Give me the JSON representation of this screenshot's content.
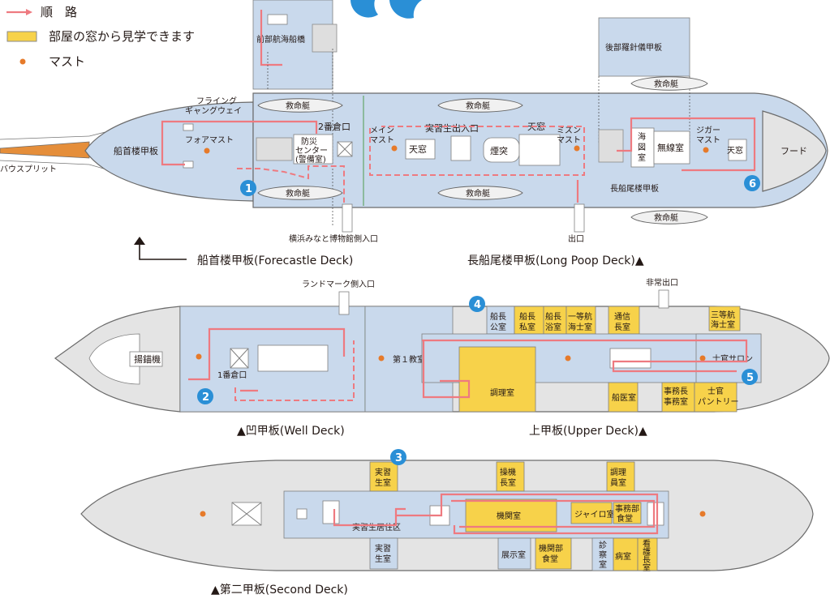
{
  "legend": {
    "route": "順　路",
    "window": "部屋の窓から見学できます",
    "mast": "マスト"
  },
  "colors": {
    "route": "#ee7a80",
    "window": "#f7d24a",
    "mast": "#e67a2a",
    "number": "#2a8fd6",
    "deck": "#c9d9ec"
  },
  "captions": {
    "forecastle": "船首楼甲板(Forecastle Deck)",
    "poop": "長船尾楼甲板(Long Poop Deck)▲",
    "well": "▲凹甲板(Well Deck)",
    "upper": "上甲板(Upper Deck)▲",
    "second": "▲第二甲板(Second Deck)"
  },
  "labels": {
    "bridge_front": "前部航海船橋",
    "bridge_rear": "後部羅針儀甲板",
    "lifeboat": "救命艇",
    "flying_gangway": [
      "フライング",
      "ギャングウェイ"
    ],
    "forecastle_deck": "船首楼甲板",
    "foremast": "フォアマスト",
    "bowsprit": "バウスプリット",
    "hatch2": "2番倉口",
    "disaster_center": [
      "防災",
      "センター",
      "(警備室)"
    ],
    "main_mast": [
      "メイン",
      "マスト"
    ],
    "cadet_entrance": "実習生出入口",
    "skylight": "天窓",
    "funnel": "煙突",
    "mizzen_mast": [
      "ミズン",
      "マスト"
    ],
    "chart_room": [
      "海",
      "図",
      "室"
    ],
    "radio_room": "無線室",
    "jigger_mast": [
      "ジガー",
      "マスト"
    ],
    "hood": "フード",
    "long_poop": "長船尾楼甲板",
    "museum_entrance": "横浜みなと博物館側入口",
    "exit": "出口",
    "landmark_entrance": "ランドマーク側入口",
    "emergency_exit": "非常出口",
    "windlass": "揚錨機",
    "hatch1": "1番倉口",
    "classroom1": "第１教室",
    "captain_office": [
      "船長",
      "公室"
    ],
    "captain_private": [
      "船長",
      "私室"
    ],
    "captain_bath": [
      "船長",
      "浴室"
    ],
    "first_officer": [
      "一等航",
      "海士室"
    ],
    "comm_chief": [
      "通信",
      "長室"
    ],
    "third_officer": [
      "三等航",
      "海士室"
    ],
    "officer_salon": "士官サロン",
    "galley": "調理室",
    "doctor": "船医室",
    "purser": [
      "事務長",
      "事務室"
    ],
    "pantry": [
      "士官",
      "パントリー"
    ],
    "cadet_room_top": [
      "実習",
      "生室"
    ],
    "engine_chief": [
      "操機",
      "長室"
    ],
    "cook_room": [
      "調理",
      "員室"
    ],
    "engine_room": "機関室",
    "gyro": "ジャイロ室",
    "office_mess": [
      "事務部",
      "食堂"
    ],
    "cadet_quarters": "実習生居住区",
    "cadet_room_bottom": [
      "実習",
      "生室"
    ],
    "exhibit": "展示室",
    "engine_mess": [
      "機関部",
      "食堂"
    ],
    "clinic": [
      "診",
      "察",
      "室"
    ],
    "sick_bay": "病室",
    "nurse": [
      "看",
      "護",
      "長",
      "室"
    ]
  },
  "numbers": [
    "1",
    "2",
    "3",
    "4",
    "5",
    "6"
  ]
}
